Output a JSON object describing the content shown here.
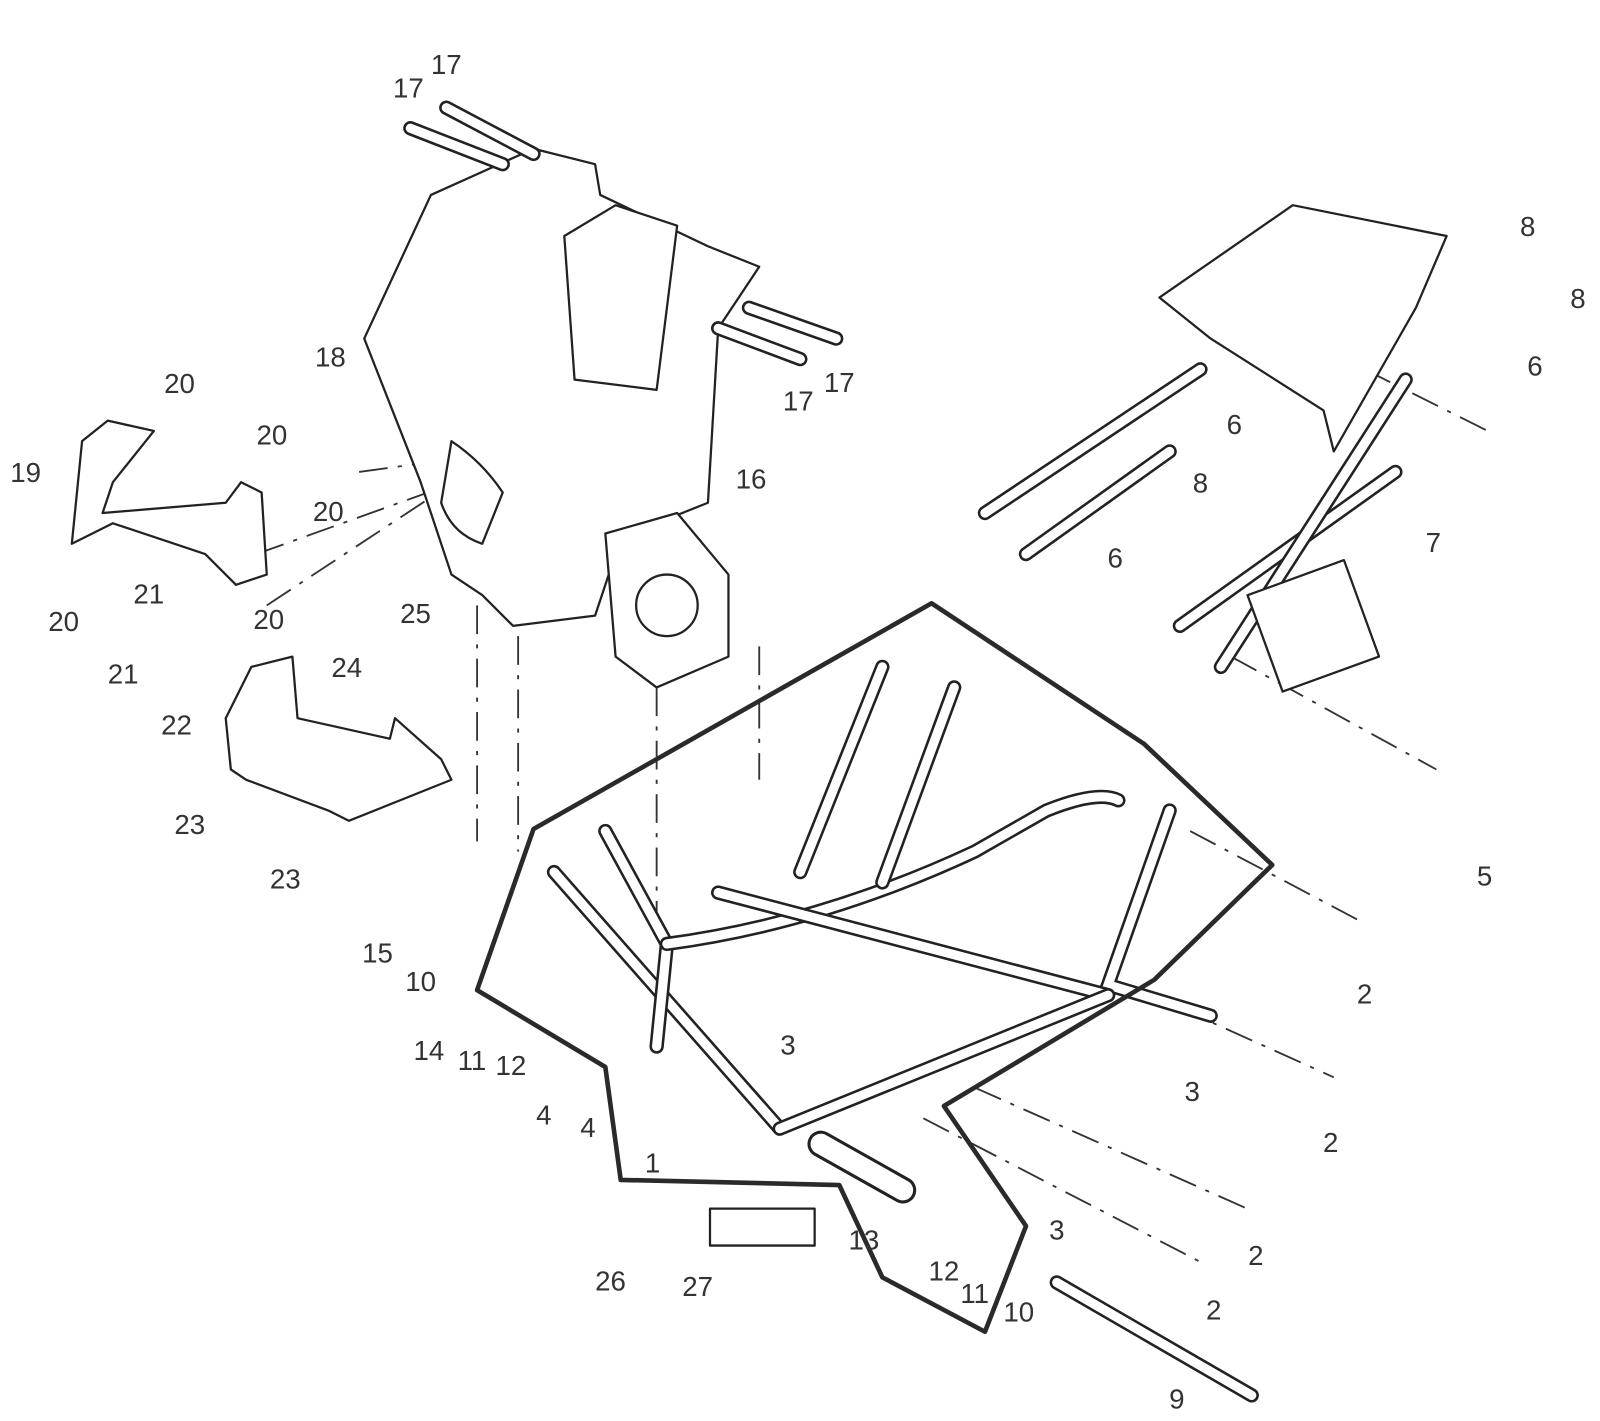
{
  "diagram": {
    "type": "exploded-parts-diagram",
    "callouts": [
      "17",
      "17",
      "18",
      "17",
      "17",
      "16",
      "20",
      "19",
      "20",
      "20",
      "20",
      "21",
      "21",
      "20",
      "25",
      "24",
      "22",
      "23",
      "23",
      "15",
      "10",
      "14",
      "11",
      "12",
      "4",
      "4",
      "3",
      "1",
      "13",
      "26",
      "27",
      "12",
      "11",
      "10",
      "9",
      "2",
      "2",
      "3",
      "2",
      "3",
      "2",
      "5",
      "7",
      "6",
      "8",
      "6",
      "6",
      "8",
      "8"
    ]
  }
}
